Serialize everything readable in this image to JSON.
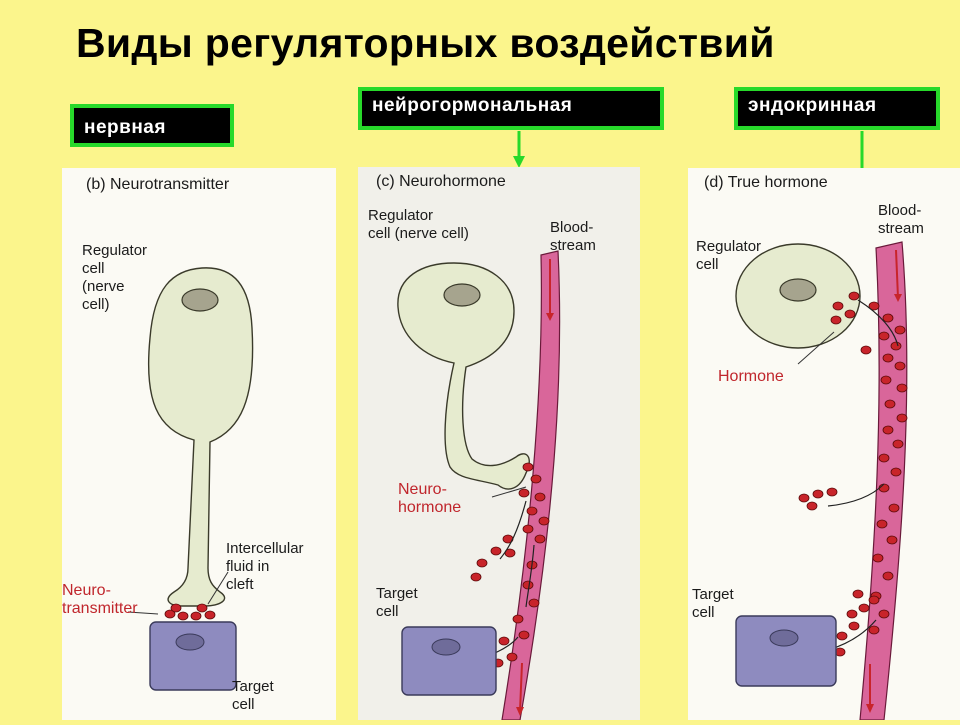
{
  "title": "Виды регуляторных воздействий",
  "tags": {
    "nervous": "нервная",
    "neurohormonal": "нейрогормональная",
    "endocrine": "эндокринная"
  },
  "panels": {
    "b": {
      "title": "(b) Neurotransmitter",
      "regulator": "Regulator\ncell\n(nerve\ncell)",
      "intercellular": "Intercellular\nfluid in\ncleft",
      "neuro": "Neuro-\ntransmitter",
      "target": "Target\ncell"
    },
    "c": {
      "title": "(c) Neurohormone",
      "regulator": "Regulator\ncell (nerve cell)",
      "blood": "Blood-\nstream",
      "neuro": "Neuro-\nhormone",
      "target": "Target\ncell"
    },
    "d": {
      "title": "(d) True hormone",
      "blood": "Blood-\nstream",
      "regulator": "Regulator\ncell",
      "hormone": "Hormone",
      "target": "Target\ncell"
    }
  },
  "colors": {
    "background": "#fbf58c",
    "tag_border": "#27d92a",
    "arrow": "#27d92a",
    "cell": "#e6ebcf",
    "blood": "#d9669a",
    "target": "#8e8bbf",
    "droplet": "#c8242a"
  }
}
